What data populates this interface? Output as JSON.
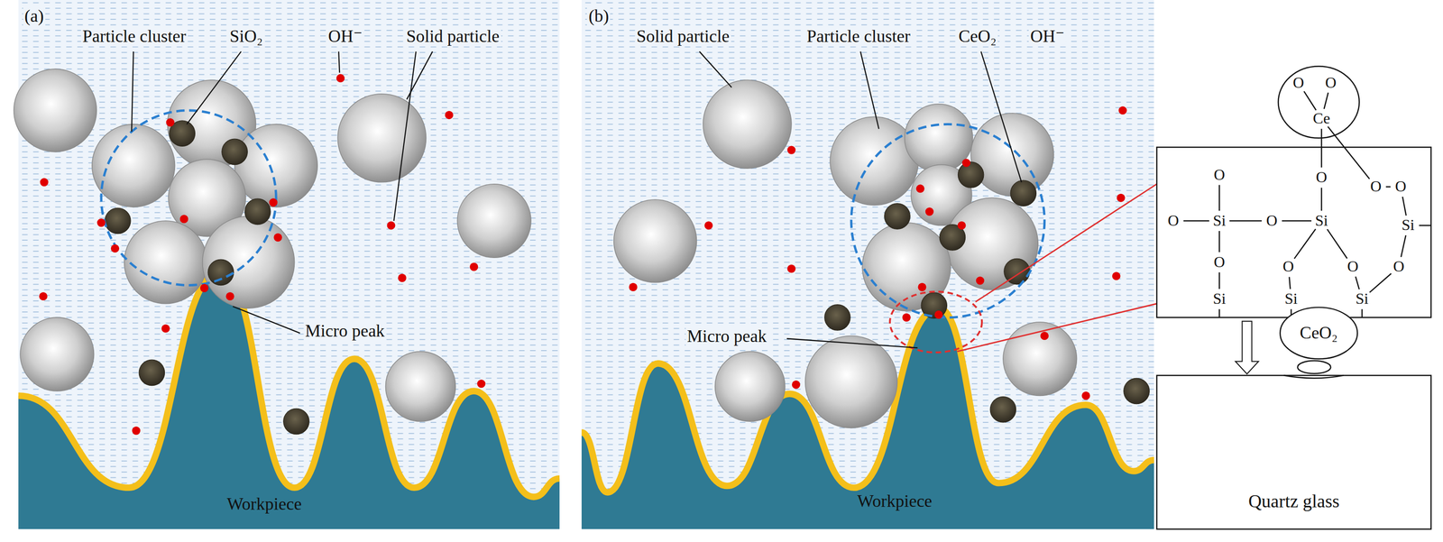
{
  "diagram": {
    "nodes": [
      {
        "text": [
          "O",
          "O",
          "Ce"
        ]
      },
      {
        "text": [
          "O",
          "O",
          "O",
          "O",
          "O",
          "Si",
          "O",
          "Si",
          "Si",
          "O",
          "O",
          "O",
          "O",
          "Si",
          "Si",
          "Si"
        ]
      },
      {
        "text": [
          "CeO₂"
        ]
      },
      {
        "text": [
          "Quartz glass"
        ]
      }
    ],
    "edges": [
      {
        "from": 1,
        "to": 3,
        "arrow": "to"
      }
    ],
    "labels": [
      "(a)",
      "Particle cluster",
      "SiO₂",
      "OH⁻",
      "Solid particle",
      "Micro peak",
      "Workpiece",
      "(b)",
      "Solid particle",
      "Particle cluster",
      "CeO₂",
      "OH⁻",
      "Micro peak",
      "Workpiece"
    ]
  }
}
